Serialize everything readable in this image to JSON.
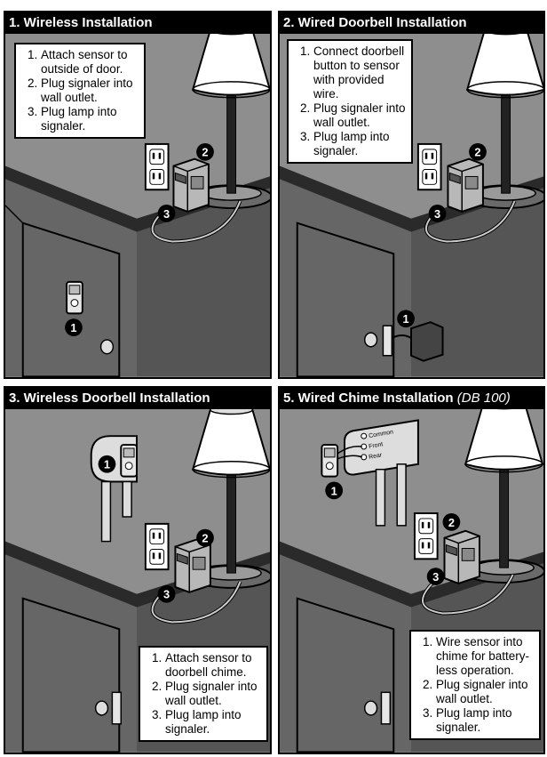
{
  "panels": [
    {
      "title": "1. Wireless Installation",
      "steps": [
        "Attach sensor to outside of door.",
        "Plug signaler into wall outlet.",
        "Plug lamp into signaler."
      ],
      "callouts": [
        "1",
        "2",
        "3"
      ]
    },
    {
      "title": "2. Wired Doorbell Installation",
      "steps": [
        "Connect doorbell button to sensor with provided wire.",
        "Plug signaler into wall outlet.",
        "Plug lamp into signaler."
      ],
      "callouts": [
        "1",
        "2",
        "3"
      ]
    },
    {
      "title": "3. Wireless Doorbell Installation",
      "steps": [
        "Attach sensor to doorbell chime.",
        "Plug signaler into wall outlet.",
        "Plug lamp into signaler."
      ],
      "callouts": [
        "1",
        "2",
        "3"
      ]
    },
    {
      "title": "5. Wired Chime Installation",
      "title_model": "(DB 100)",
      "steps": [
        "Wire sensor into chime for battery-less operation.",
        "Plug signaler into wall outlet.",
        "Plug lamp into signaler."
      ],
      "callouts": [
        "1",
        "2",
        "3"
      ],
      "chime_labels": [
        "Common",
        "Front",
        "Rear"
      ]
    }
  ]
}
